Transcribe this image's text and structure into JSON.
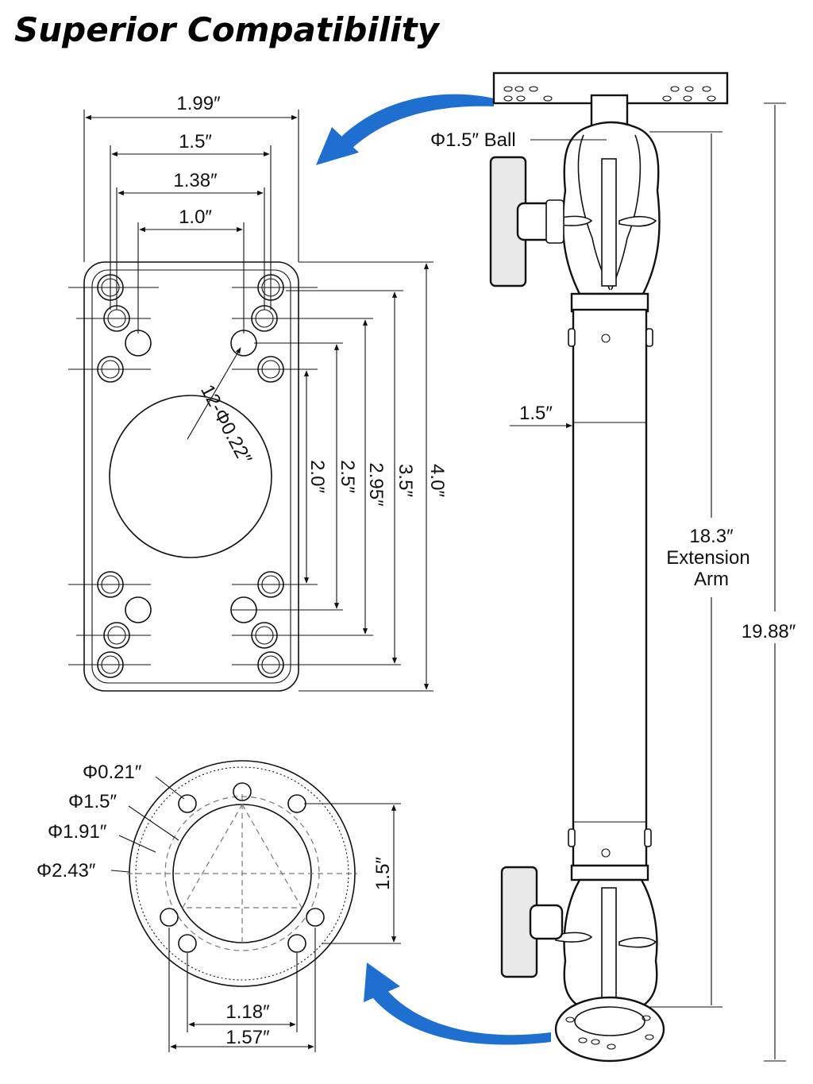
{
  "title": "Superior Compatibility",
  "plate_dims": {
    "width_outer": "1.99″",
    "width_1": "1.5″",
    "width_2": "1.38″",
    "width_3": "1.0″",
    "holes": "12-Φ0.22″",
    "height_1": "2.0″",
    "height_2": "2.5″",
    "height_3": "2.95″",
    "height_4": "3.5″",
    "height_5": "4.0″"
  },
  "base_dims": {
    "hole_dia": "Φ0.21″",
    "inner_dia": "Φ1.5″",
    "bolt_circle": "Φ1.91″",
    "outer_dia": "Φ2.43″",
    "vertical": "1.5″",
    "spacing_1": "1.18″",
    "spacing_2": "1.57″"
  },
  "arm_dims": {
    "ball": "Φ1.5″ Ball",
    "arm_width": "1.5″",
    "ext_line1": "18.3″",
    "ext_line2": "Extension",
    "ext_line3": "Arm",
    "total_length": "19.88″"
  },
  "colors": {
    "arrow": "#1f6fd1",
    "line": "#111111"
  }
}
